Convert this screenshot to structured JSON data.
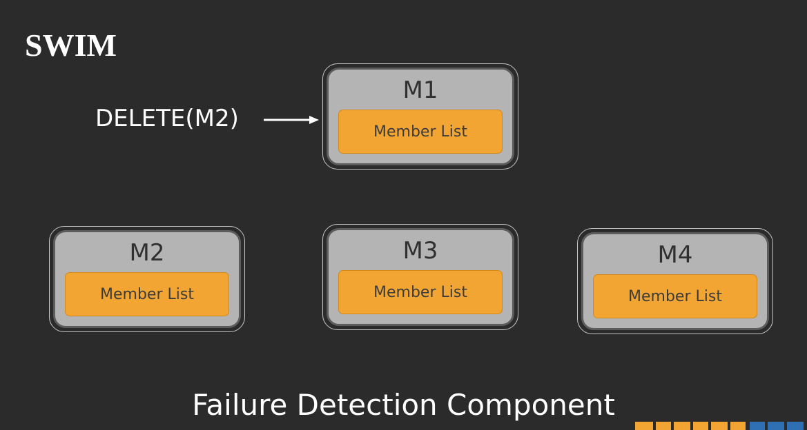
{
  "title": "SWIM",
  "message": {
    "label": "DELETE(M2)"
  },
  "nodes": [
    {
      "name": "M1",
      "list_label": "Member List"
    },
    {
      "name": "M2",
      "list_label": "Member List"
    },
    {
      "name": "M3",
      "list_label": "Member List"
    },
    {
      "name": "M4",
      "list_label": "Member List"
    }
  ],
  "footer": "Failure Detection Component",
  "colors": {
    "background": "#2b2b2b",
    "node_fill": "#b4b4b4",
    "member_list_fill": "#f2a532",
    "text_light": "#ffffff",
    "logo_orange": "#f2a532",
    "logo_blue": "#2f6fb3"
  }
}
